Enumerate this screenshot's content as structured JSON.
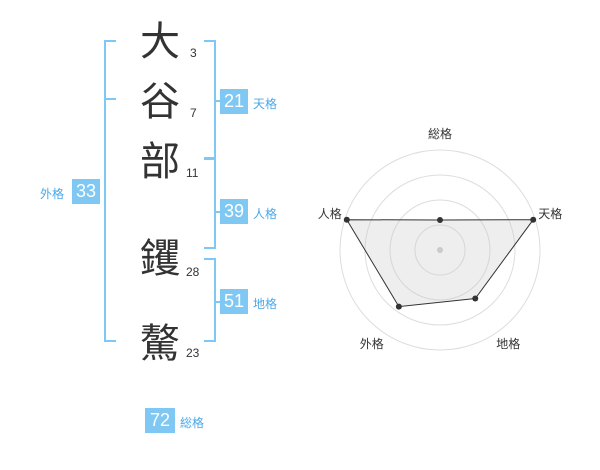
{
  "name": {
    "chars": [
      {
        "char": "大",
        "strokes": "3"
      },
      {
        "char": "谷",
        "strokes": "7"
      },
      {
        "char": "部",
        "strokes": "11"
      },
      {
        "char": "钁",
        "strokes": "28"
      },
      {
        "char": "驁",
        "strokes": "23"
      }
    ]
  },
  "scores": {
    "tenkaku": {
      "value": "21",
      "label": "天格"
    },
    "jinkaku": {
      "value": "39",
      "label": "人格"
    },
    "chikaku": {
      "value": "51",
      "label": "地格"
    },
    "gaikaku": {
      "value": "33",
      "label": "外格"
    },
    "soukaku": {
      "value": "72",
      "label": "総格"
    }
  },
  "colors": {
    "accent": "#7fc8f4",
    "text": "#333333"
  },
  "chart_data": {
    "type": "radar",
    "axes": [
      "総格",
      "天格",
      "地格",
      "外格",
      "人格"
    ],
    "values": [
      0.3,
      0.98,
      0.6,
      0.7,
      0.98
    ],
    "rings": 4
  }
}
